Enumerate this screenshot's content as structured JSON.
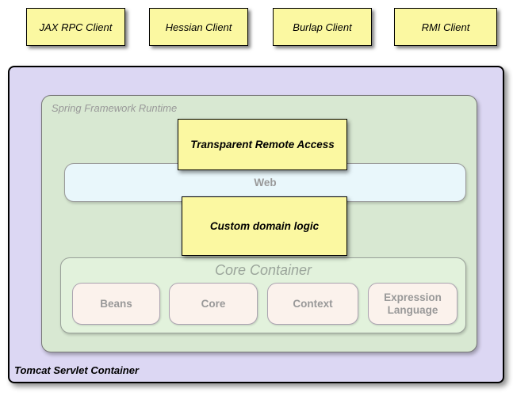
{
  "clients": [
    {
      "label": "JAX RPC Client"
    },
    {
      "label": "Hessian Client"
    },
    {
      "label": "Burlap Client"
    },
    {
      "label": "RMI Client"
    }
  ],
  "tomcat": {
    "label": "Tomcat Servlet Container"
  },
  "runtime": {
    "label": "Spring Framework Runtime"
  },
  "remote_access": {
    "label": "Transparent Remote Access"
  },
  "web": {
    "label": "Web"
  },
  "domain_logic": {
    "label": "Custom domain logic"
  },
  "core_container": {
    "label": "Core Container",
    "modules": [
      "Beans",
      "Core",
      "Context",
      "Expression Language"
    ]
  },
  "colors": {
    "client_box_fill": "#FBF8A1",
    "tomcat_fill": "#DCD7F3",
    "runtime_fill": "#D8E8D2",
    "web_fill": "#E9F7FB",
    "core_fill": "#E2F2DC",
    "module_fill": "#FBF2EC",
    "muted_text": "#999999",
    "border_black": "#000000"
  }
}
